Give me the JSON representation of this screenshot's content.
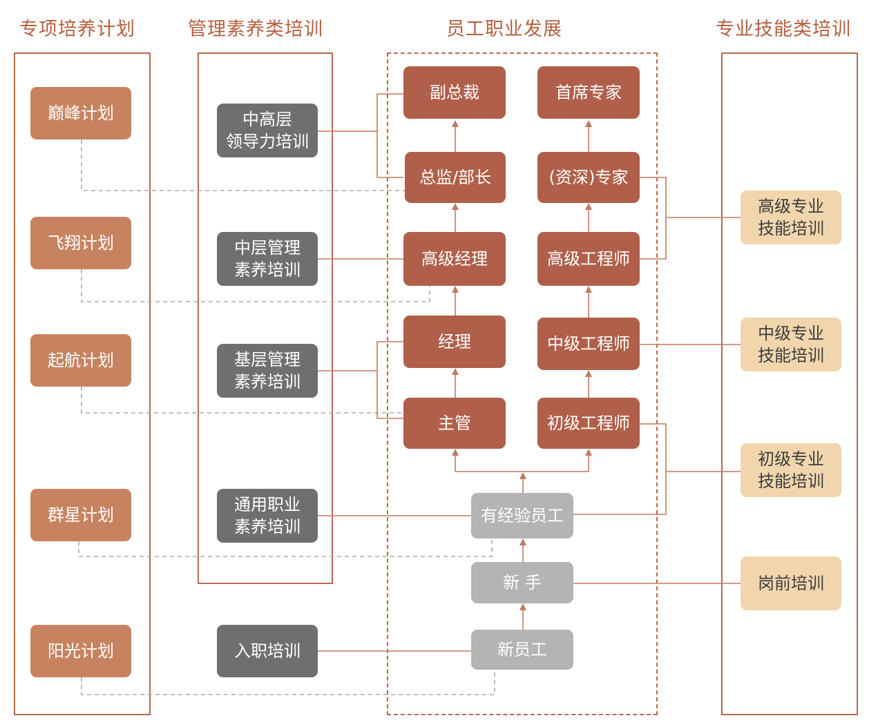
{
  "columns": {
    "special": "专项培养计划",
    "management": "管理素养类培训",
    "career": "员工职业发展",
    "skills": "专业技能类培训"
  },
  "plans": [
    "巅峰计划",
    "飞翔计划",
    "起航计划",
    "群星计划",
    "阳光计划"
  ],
  "management": [
    "中高层\n领导力培训",
    "中层管理\n素养培训",
    "基层管理\n素养培训",
    "通用职业\n素养培训",
    "入职培训"
  ],
  "career": {
    "vp": "副总裁",
    "chief_expert": "首席专家",
    "director": "总监/部长",
    "senior_expert": "(资深)专家",
    "senior_manager": "高级经理",
    "senior_engineer": "高级工程师",
    "manager": "经理",
    "mid_engineer": "中级工程师",
    "supervisor": "主管",
    "junior_engineer": "初级工程师",
    "experienced": "有经验员工",
    "novice": "新 手",
    "new_employee": "新员工"
  },
  "skills": [
    "高级专业\n技能培训",
    "中级专业\n技能培训",
    "初级专业\n技能培训",
    "岗前培训"
  ],
  "colors": {
    "title": "#b5603f",
    "frame": "#b46a4e",
    "plan": "#c78360",
    "management": "#6f6f6f",
    "career": "#b0604a",
    "entry": "#b4b4b4",
    "skill": "#f1d6ad",
    "connector": "#c07a5e",
    "dashed": "#999999"
  }
}
